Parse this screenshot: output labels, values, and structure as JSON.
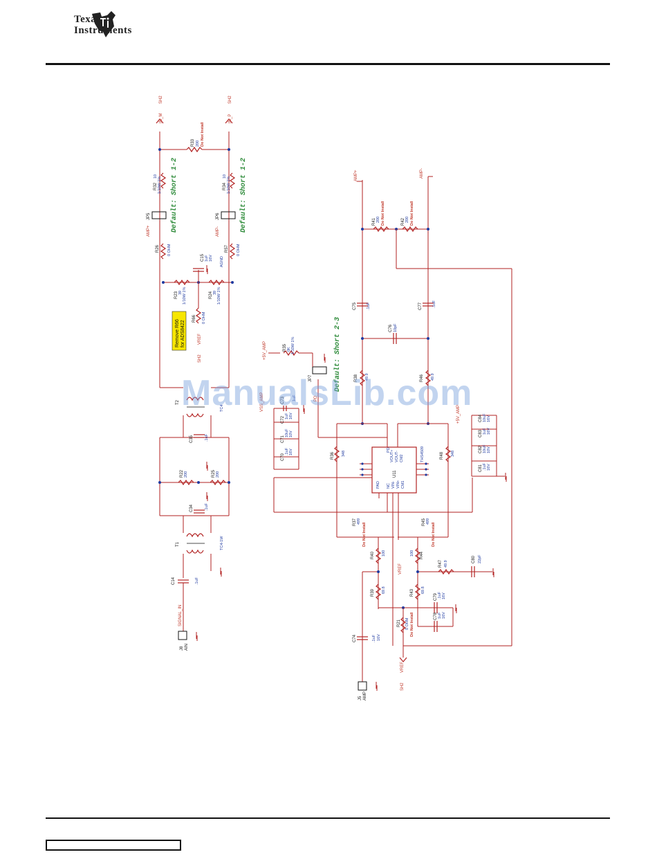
{
  "header": {
    "brand_line1": "Texas",
    "brand_line2": "Instruments"
  },
  "watermark": "ManualsLib.com",
  "schematic": {
    "nets": {
      "in_m": "IN_M",
      "in_p": "IN_P",
      "sh2_a": "SH2",
      "sh2_b": "SH2",
      "sh2_c": "SH2",
      "sh2_d": "SH2",
      "amp_p": "AMP+",
      "amp_m": "AMP-",
      "amp_p_jp": "AMP+",
      "amp_m_jp": "AMP-",
      "vref_a": "VREF",
      "vref_b": "VREF",
      "vref_c": "VREF",
      "p5v_amp_a": "+5V_AMP",
      "p5v_amp_b": "+5V_AMP",
      "vss_amp": "VSS_AMP",
      "agnd": "AGND",
      "signal_in": "SIGNAL_IN",
      "pd": "PD"
    },
    "defaults": {
      "jp5": "Default: Short 1-2",
      "jp6": "Default: Short 1-2",
      "jp7": "Default: Short 2-3"
    },
    "note": {
      "line1": "Remove R66",
      "line2": "for ADS8422"
    },
    "parts": {
      "r33": {
        "ref": "R33",
        "val": "200",
        "extra": "Do Not Install"
      },
      "r32": {
        "ref": "R32",
        "val": "10",
        "extra": "1/10W 1%"
      },
      "r34": {
        "ref": "R34",
        "val": "10",
        "extra": "1/10W 1%"
      },
      "jp5": {
        "ref": "JP5"
      },
      "jp6": {
        "ref": "JP6"
      },
      "r26": {
        "ref": "R26",
        "val": "0 OHM"
      },
      "r57": {
        "ref": "R57",
        "val": "0 OHM"
      },
      "c15": {
        "ref": "C15",
        "val": "1uF",
        "extra": "16V"
      },
      "r23": {
        "ref": "R23",
        "val": "39",
        "extra": "1/10W 1%"
      },
      "r24": {
        "ref": "R24",
        "val": "39",
        "extra": "1/10W 1%"
      },
      "r66": {
        "ref": "R66",
        "val": "0 OHM"
      },
      "t2": {
        "ref": "T2",
        "val": "TC4"
      },
      "c35": {
        "ref": "C35",
        "val": ".1uF"
      },
      "r22": {
        "ref": "R22",
        "val": "200"
      },
      "r25": {
        "ref": "R25",
        "val": "200"
      },
      "c34": {
        "ref": "C34",
        "val": ".1uF"
      },
      "t1": {
        "ref": "T1",
        "val": "TC4-1W"
      },
      "c14": {
        "ref": "C14",
        "val": ".1uF"
      },
      "j8": {
        "ref": "J8",
        "val": "AIN"
      },
      "r41": {
        "ref": "R41",
        "val": "200",
        "extra": "Do Not Install"
      },
      "r42": {
        "ref": "R42",
        "val": "200",
        "extra": "Do Not Install"
      },
      "c75": {
        "ref": "C75",
        "val": ".1uF"
      },
      "c77": {
        "ref": "C77",
        "val": ".1uF"
      },
      "c76": {
        "ref": "C76",
        "val": "10pF"
      },
      "r35": {
        "ref": "R35",
        "val": "0K",
        "extra": "1/10W 1%"
      },
      "jp7": {
        "ref": "JP7"
      },
      "r38": {
        "ref": "R38",
        "val": "49.9"
      },
      "r46": {
        "ref": "R46",
        "val": "49.9"
      },
      "c73": {
        "ref": "C73",
        "val": "1uF"
      },
      "c72": {
        "ref": "C72",
        "val": "1uF",
        "extra": "16V"
      },
      "c71": {
        "ref": "C71",
        "val": "10uF",
        "extra": "10V"
      },
      "c70": {
        "ref": "C70",
        "val": ".1uF",
        "extra": "16V"
      },
      "c84": {
        "ref": "C84",
        "val": "10uF",
        "extra": "16V"
      },
      "c83": {
        "ref": "C83",
        "val": "1uF",
        "extra": "16V"
      },
      "c82": {
        "ref": "C82",
        "val": "10uF",
        "extra": "10V"
      },
      "c81": {
        "ref": "C81",
        "val": ".1uF",
        "extra": "16V"
      },
      "r36": {
        "ref": "R36",
        "val": "348"
      },
      "r48": {
        "ref": "R48",
        "val": "348"
      },
      "u11": {
        "ref": "U11",
        "val": "THS4509"
      },
      "r37": {
        "ref": "R37",
        "val": "499",
        "extra": "Do Not Install"
      },
      "r45": {
        "ref": "R45",
        "val": "499",
        "extra": "Do Not Install"
      },
      "r40": {
        "ref": "R40",
        "val": "100"
      },
      "r44": {
        "ref": "R44",
        "val": "100"
      },
      "r47": {
        "ref": "R47",
        "val": "49.9"
      },
      "c80": {
        "ref": "C80",
        "val": "22pF"
      },
      "r39": {
        "ref": "R39",
        "val": "69.8"
      },
      "r43": {
        "ref": "R43",
        "val": "69.8"
      },
      "c79": {
        "ref": "C79",
        "val": ".1uF",
        "extra": "16V"
      },
      "c78": {
        "ref": "C78",
        "val": "1uF",
        "extra": "16V"
      },
      "r21": {
        "ref": "R21",
        "val": "0 OHM",
        "extra": "Do Not Install"
      },
      "c74": {
        "ref": "C74",
        "val": ".1uF",
        "extra": "16V"
      },
      "j5": {
        "ref": "J5",
        "val": "AMP"
      }
    },
    "u11_pins": [
      "VOUT+",
      "VOUT-",
      "CM2",
      "PAD",
      "NC",
      "VIN-",
      "VIN+",
      "CM1",
      "PD"
    ]
  },
  "colors": {
    "wire": "#b22222",
    "node": "#1f3aa0",
    "default_text": "#2e8b3a",
    "note_fill": "#f7e600",
    "rule": "#111111"
  }
}
